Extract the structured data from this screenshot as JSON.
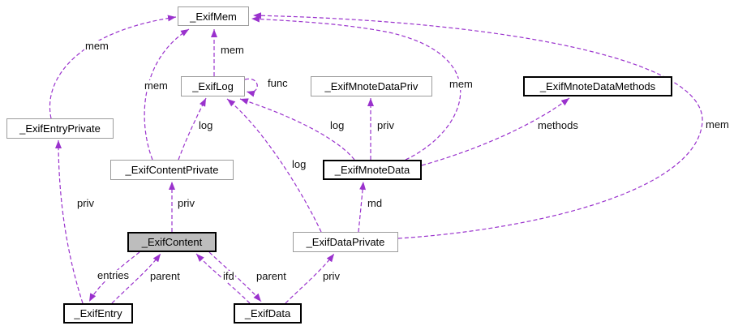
{
  "diagram_type": "collaboration-graph",
  "colors": {
    "edge_color": "#9a32cd",
    "focus_fill": "#bdbdbd",
    "plain_border": "#9c9c9c",
    "strong_border": "#000000"
  },
  "nodes": {
    "exifMem": {
      "label": "_ExifMem"
    },
    "exifLog": {
      "label": "_ExifLog"
    },
    "exifMnoteDataPriv": {
      "label": "_ExifMnoteDataPriv"
    },
    "exifMnoteDataMethods": {
      "label": "_ExifMnoteDataMethods"
    },
    "exifEntryPrivate": {
      "label": "_ExifEntryPrivate"
    },
    "exifContentPrivate": {
      "label": "_ExifContentPrivate"
    },
    "exifMnoteData": {
      "label": "_ExifMnoteData"
    },
    "exifContent": {
      "label": "_ExifContent"
    },
    "exifDataPrivate": {
      "label": "_ExifDataPrivate"
    },
    "exifEntry": {
      "label": "_ExifEntry"
    },
    "exifData": {
      "label": "_ExifData"
    }
  },
  "edges": {
    "entryPrivate_mem": {
      "label": "mem",
      "from": "exifEntryPrivate",
      "to": "exifMem"
    },
    "log_mem": {
      "label": "mem",
      "from": "exifLog",
      "to": "exifMem"
    },
    "contentPrivate_mem": {
      "label": "mem",
      "from": "exifContentPrivate",
      "to": "exifMem"
    },
    "mnoteData_mem": {
      "label": "mem",
      "from": "exifMnoteData",
      "to": "exifMem"
    },
    "dataPrivate_mem": {
      "label": "mem",
      "from": "exifDataPrivate",
      "to": "exifMem"
    },
    "log_func": {
      "label": "func",
      "from": "exifLog",
      "to": "exifLog"
    },
    "contentPrivate_log": {
      "label": "log",
      "from": "exifContentPrivate",
      "to": "exifLog"
    },
    "mnoteData_log": {
      "label": "log",
      "from": "exifMnoteData",
      "to": "exifLog"
    },
    "dataPrivate_log": {
      "label": "log",
      "from": "exifDataPrivate",
      "to": "exifLog"
    },
    "mnoteData_priv": {
      "label": "priv",
      "from": "exifMnoteData",
      "to": "exifMnoteDataPriv"
    },
    "mnoteData_methods": {
      "label": "methods",
      "from": "exifMnoteData",
      "to": "exifMnoteDataMethods"
    },
    "dataPrivate_md": {
      "label": "md",
      "from": "exifDataPrivate",
      "to": "exifMnoteData"
    },
    "content_priv": {
      "label": "priv",
      "from": "exifContent",
      "to": "exifContentPrivate"
    },
    "entry_priv": {
      "label": "priv",
      "from": "exifEntry",
      "to": "exifEntryPrivate"
    },
    "content_entries": {
      "label": "entries",
      "from": "exifContent",
      "to": "exifEntry"
    },
    "entry_parent": {
      "label": "parent",
      "from": "exifEntry",
      "to": "exifContent"
    },
    "data_ifd": {
      "label": "ifd",
      "from": "exifData",
      "to": "exifContent"
    },
    "content_parent": {
      "label": "parent",
      "from": "exifContent",
      "to": "exifData"
    },
    "data_priv": {
      "label": "priv",
      "from": "exifData",
      "to": "exifDataPrivate"
    }
  }
}
